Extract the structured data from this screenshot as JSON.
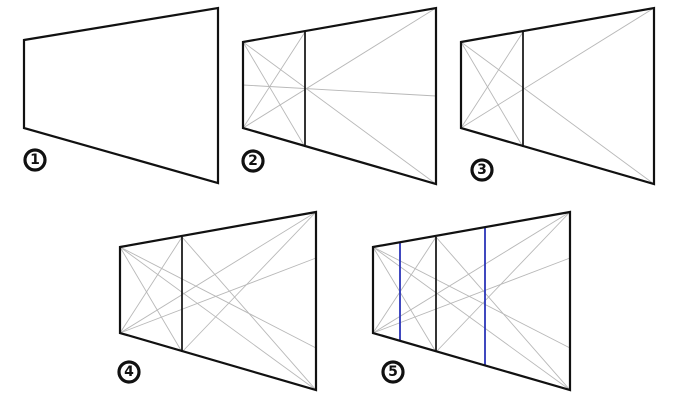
{
  "steps": [
    {
      "number": "1"
    },
    {
      "number": "2"
    },
    {
      "number": "3"
    },
    {
      "number": "4"
    },
    {
      "number": "5"
    }
  ],
  "colors": {
    "outline": "#111111",
    "guide": "#b8b8b8",
    "accent": "#2a34b8",
    "background": "#ffffff"
  }
}
